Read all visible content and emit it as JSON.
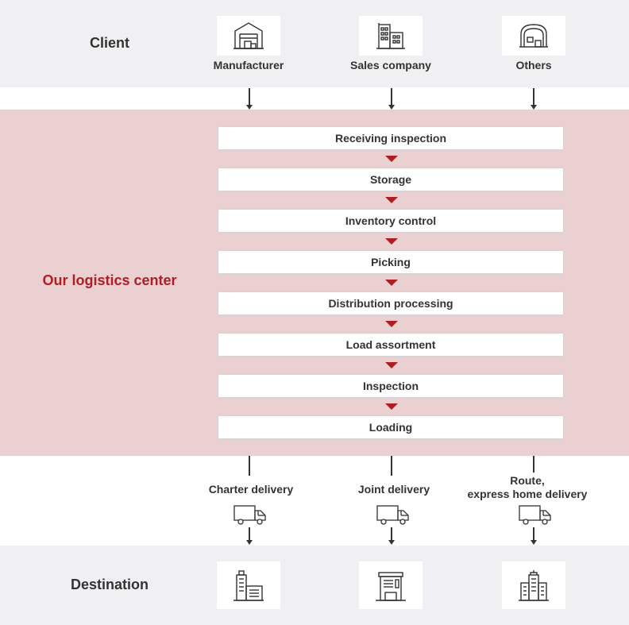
{
  "rows": {
    "client": "Client",
    "center": "Our logistics center",
    "destination": "Destination"
  },
  "clients": [
    {
      "label": "Manufacturer",
      "icon": "factory-icon"
    },
    {
      "label": "Sales company",
      "icon": "office-buildings-icon"
    },
    {
      "label": "Others",
      "icon": "warehouse-icon"
    }
  ],
  "steps": [
    "Receiving inspection",
    "Storage",
    "Inventory control",
    "Picking",
    "Distribution processing",
    "Load assortment",
    "Inspection",
    "Loading"
  ],
  "deliveries": [
    {
      "line1": "Charter delivery",
      "line2": "",
      "icon": "truck-icon"
    },
    {
      "line1": "Joint delivery",
      "line2": "",
      "icon": "truck-icon"
    },
    {
      "line1": "Route,",
      "line2": "express home delivery",
      "icon": "truck-icon"
    }
  ],
  "destinations": [
    {
      "icon": "building-with-sign-icon"
    },
    {
      "icon": "store-building-icon"
    },
    {
      "icon": "tower-building-icon"
    }
  ],
  "colors": {
    "accent": "#b01e23",
    "center_band": "#ebd0d1",
    "gray_band": "#f0f0f2"
  }
}
